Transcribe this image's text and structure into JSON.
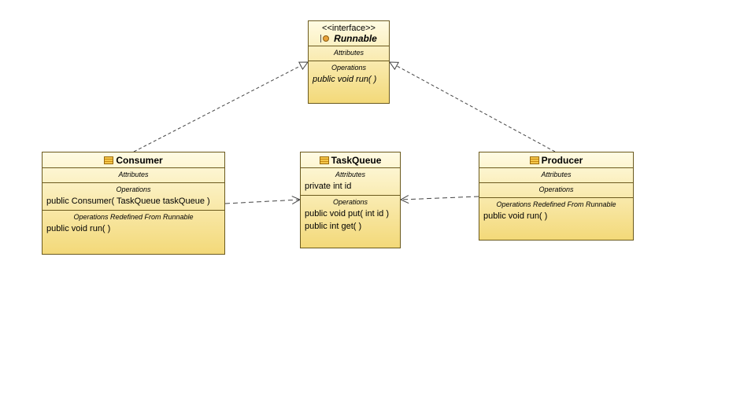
{
  "interface": {
    "stereotype": "<<interface>>",
    "name": "Runnable",
    "attributes_title": "Attributes",
    "operations_title": "Operations",
    "operations": [
      "public void  run(  )"
    ]
  },
  "consumer": {
    "name": "Consumer",
    "attributes_title": "Attributes",
    "operations_title": "Operations",
    "operations": [
      "public Consumer( TaskQueue taskQueue )"
    ],
    "redefined_title": "Operations Redefined From Runnable",
    "redefined": [
      "public void  run(  )"
    ]
  },
  "taskqueue": {
    "name": "TaskQueue",
    "attributes_title": "Attributes",
    "attributes": [
      "private int id"
    ],
    "operations_title": "Operations",
    "operations": [
      "public void  put( int id )",
      "public int  get(  )"
    ]
  },
  "producer": {
    "name": "Producer",
    "attributes_title": "Attributes",
    "operations_title": "Operations",
    "redefined_title": "Operations Redefined From Runnable",
    "redefined": [
      "public void  run(  )"
    ]
  },
  "colors": {
    "border": "#6b5a1e",
    "fill_top": "#fffbe3",
    "fill_bottom": "#f3d979",
    "link": "#444444"
  }
}
